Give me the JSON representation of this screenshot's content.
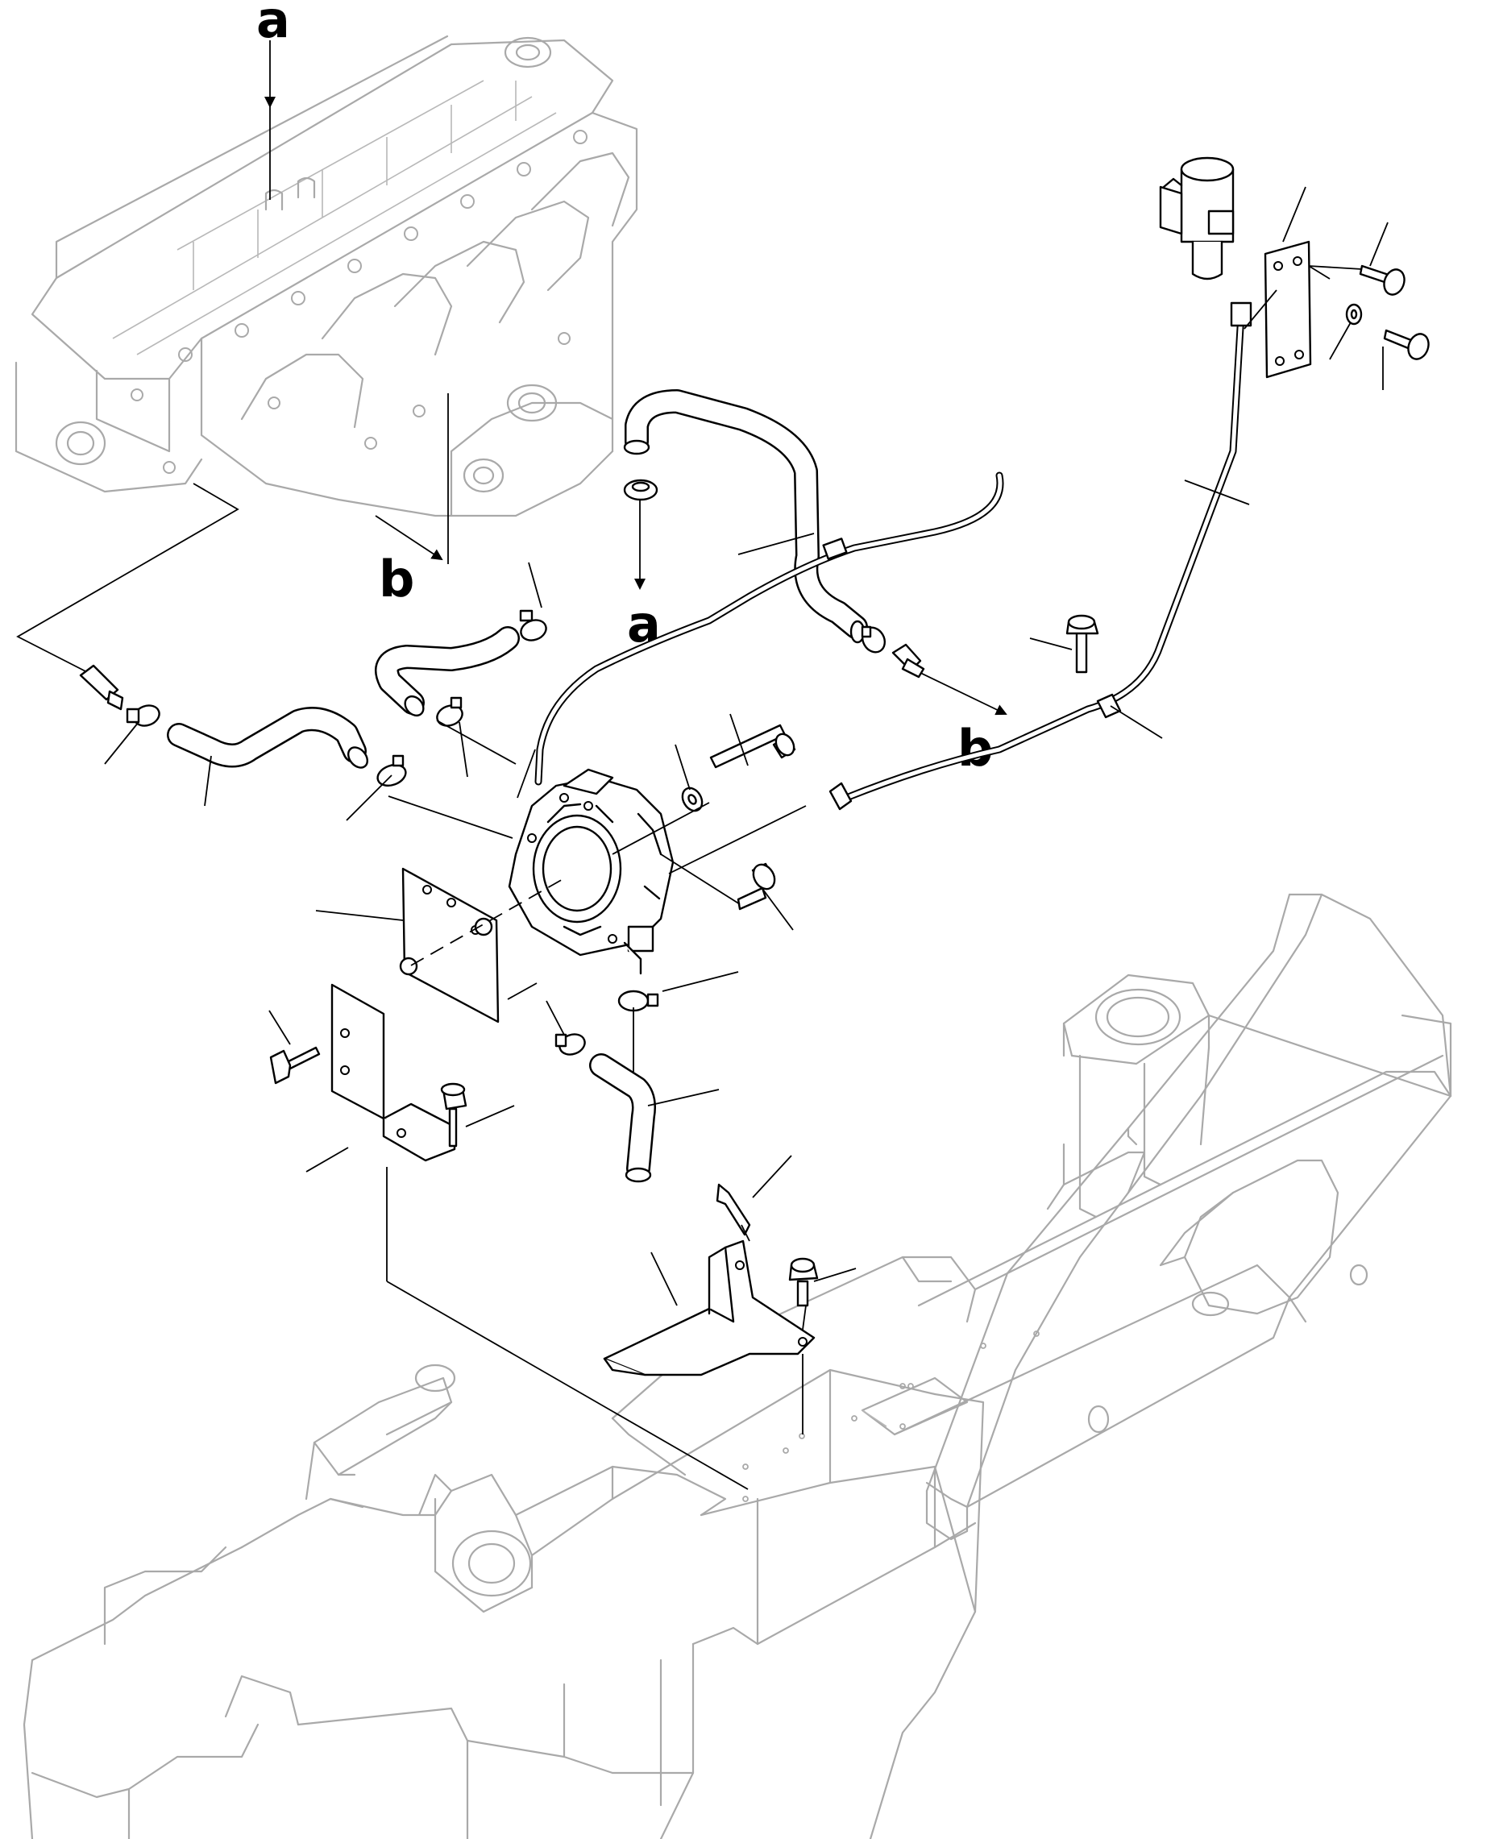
{
  "callouts": {
    "a_top": "a",
    "a_mid": "a",
    "b_top": "b",
    "b_mid": "b"
  },
  "colors": {
    "line": "#000000",
    "ghost": "#a9a9a9",
    "background": "#ffffff"
  }
}
